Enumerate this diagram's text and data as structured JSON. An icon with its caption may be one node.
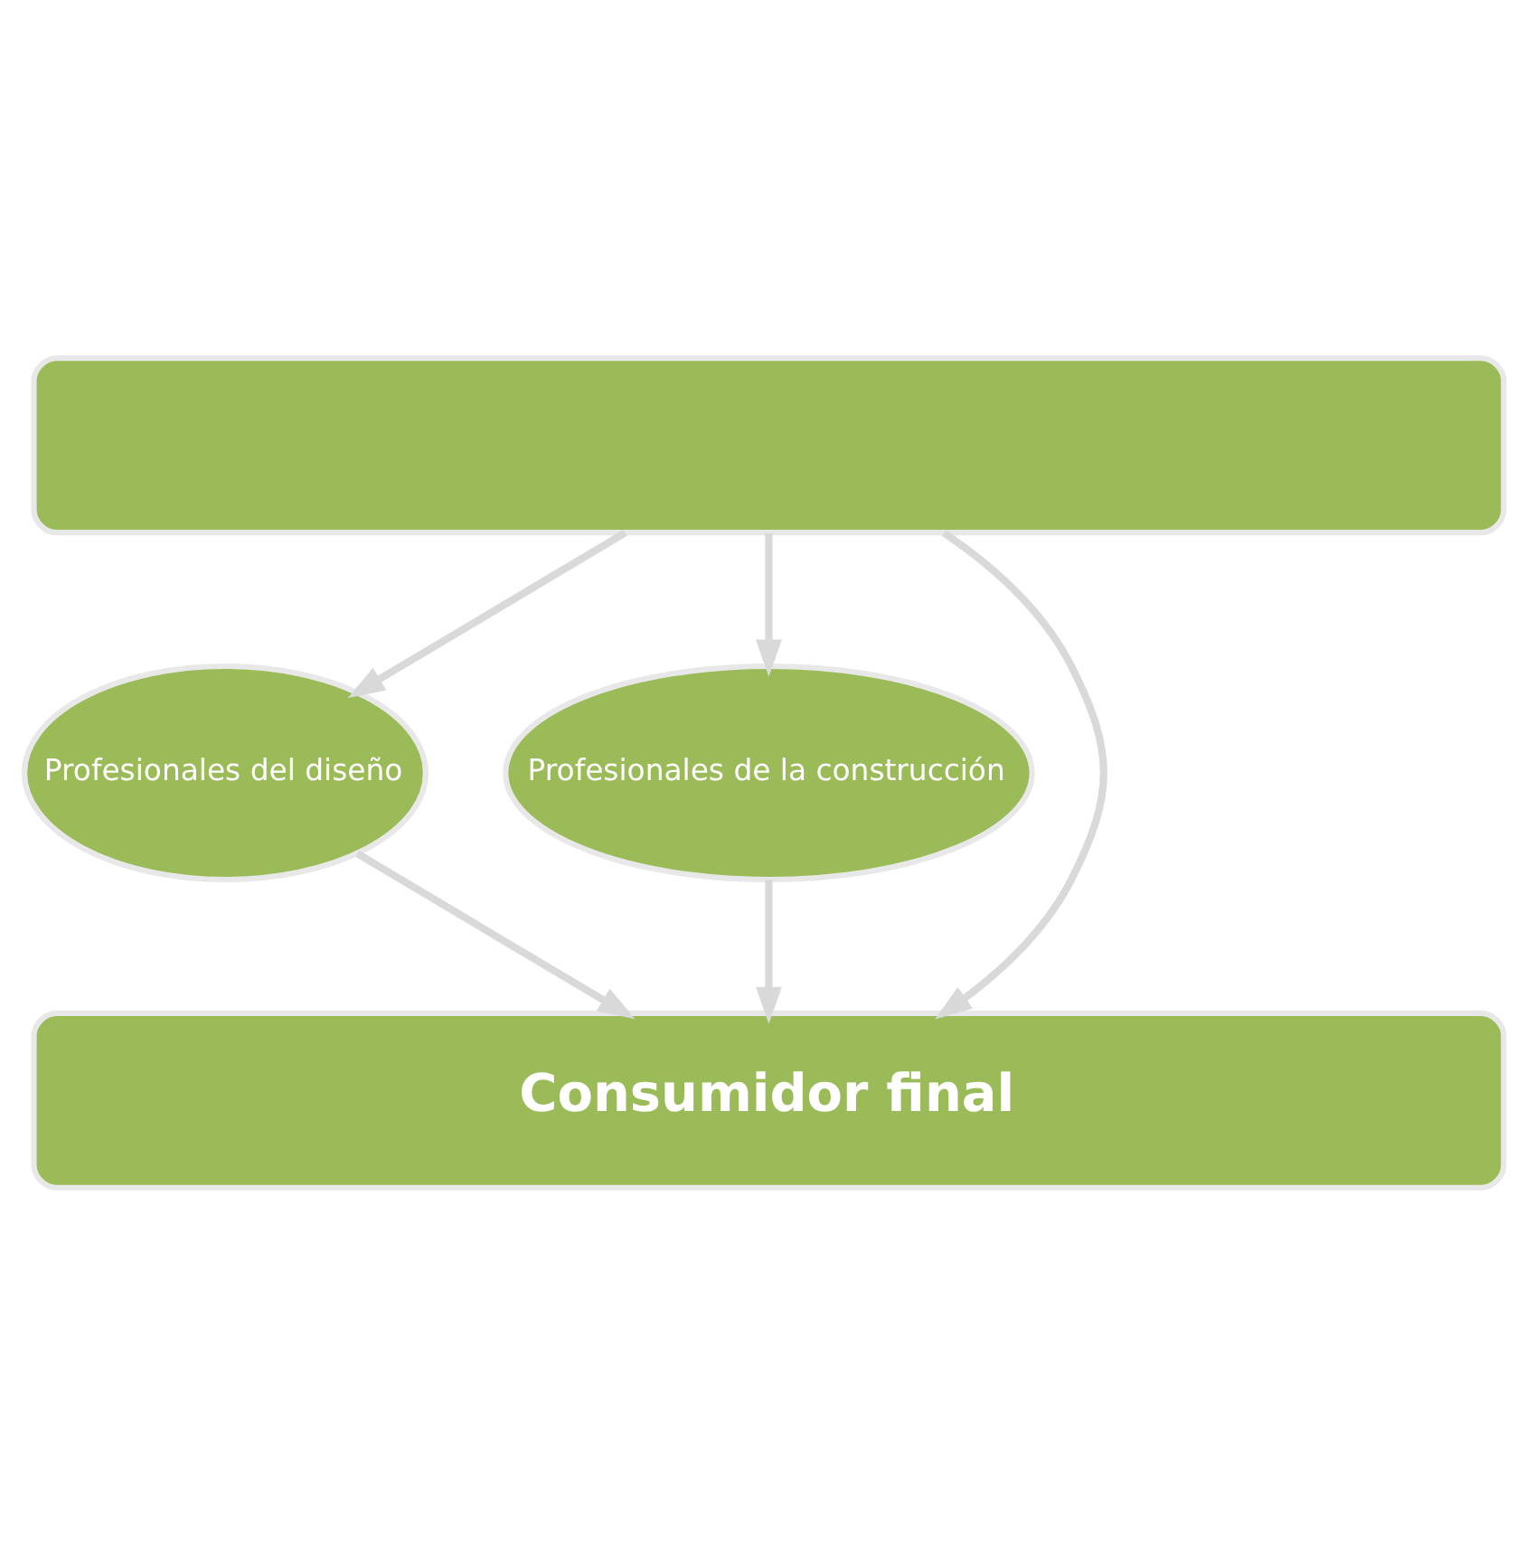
{
  "diagram": {
    "nodes": [
      {
        "text": [],
        "shape": "box"
      },
      {
        "text": [
          "Profesionales del diseño"
        ]
      },
      {
        "text": [
          "Profesionales de la construcción"
        ]
      },
      {
        "text": [
          "Consumidor final"
        ]
      }
    ],
    "edges": [
      {
        "from": 0,
        "to": 3,
        "arrow": "to"
      },
      {
        "from": 0,
        "to": 1,
        "arrow": "to"
      },
      {
        "from": 0,
        "to": 2,
        "arrow": "to"
      },
      {
        "from": 1,
        "to": 3,
        "arrow": "to"
      },
      {
        "from": 2,
        "to": 3,
        "arrow": "to"
      }
    ]
  }
}
